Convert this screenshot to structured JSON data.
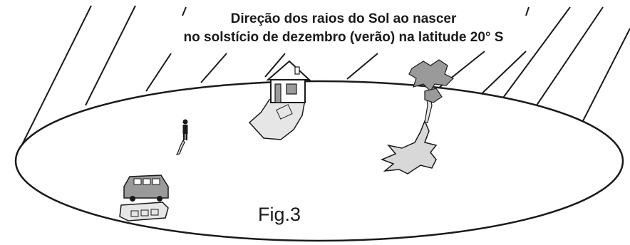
{
  "figure": {
    "title_line1": "Direção dos raios do Sol ao nascer",
    "title_line2": "no solstício de dezembro (verão) na latitude 20° S",
    "caption": "Fig.3"
  },
  "colors": {
    "ink": "#1a1a1a",
    "shadow_fill": "#d8d8d8",
    "object_fill": "#9a9a9a",
    "light_fill": "#e6e6e6"
  },
  "icons": [
    "person-icon",
    "house-icon",
    "tree-icon",
    "van-icon"
  ]
}
